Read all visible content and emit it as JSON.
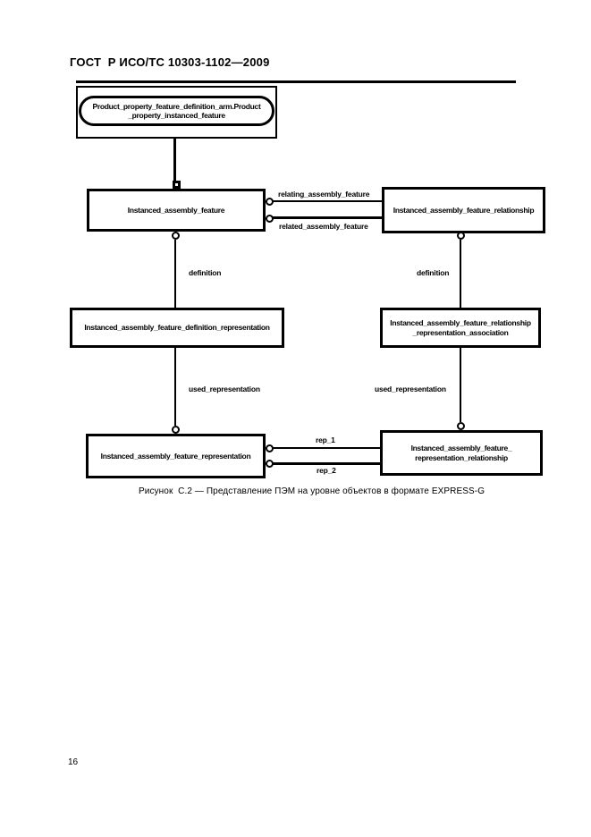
{
  "page": {
    "header": "ГОСТ  Р ИСО/ТС 10303-1102—2009",
    "caption": "Рисунок  С.2 — Представление ПЭМ на уровне объектов в формате EXPRESS-G",
    "page_number": "16"
  },
  "diagram": {
    "type": "express-g",
    "page_reference": {
      "line1": "Product_property_feature_definition_arm.Product",
      "line2": "_property_instanced_feature"
    },
    "entities": {
      "instanced_assembly_feature": "Instanced_assembly_feature",
      "instanced_assembly_feature_relationship": "Instanced_assembly_feature_relationship",
      "instanced_assembly_feature_definition_representation": "Instanced_assembly_feature_definition_representation",
      "iafr_representation_association_line1": "Instanced_assembly_feature_relationship",
      "iafr_representation_association_line2": "_representation_association",
      "instanced_assembly_feature_representation": "Instanced_assembly_feature_representation",
      "iaf_representation_relationship_line1": "Instanced_assembly_feature_",
      "iaf_representation_relationship_line2": "representation_relationship"
    },
    "edge_labels": {
      "relating_assembly_feature": "relating_assembly_feature",
      "related_assembly_feature": "related_assembly_feature",
      "definition_left": "definition",
      "definition_right": "definition",
      "used_representation_left": "used_representation",
      "used_representation_right": "used_representation",
      "rep_1": "rep_1",
      "rep_2": "rep_2"
    }
  }
}
